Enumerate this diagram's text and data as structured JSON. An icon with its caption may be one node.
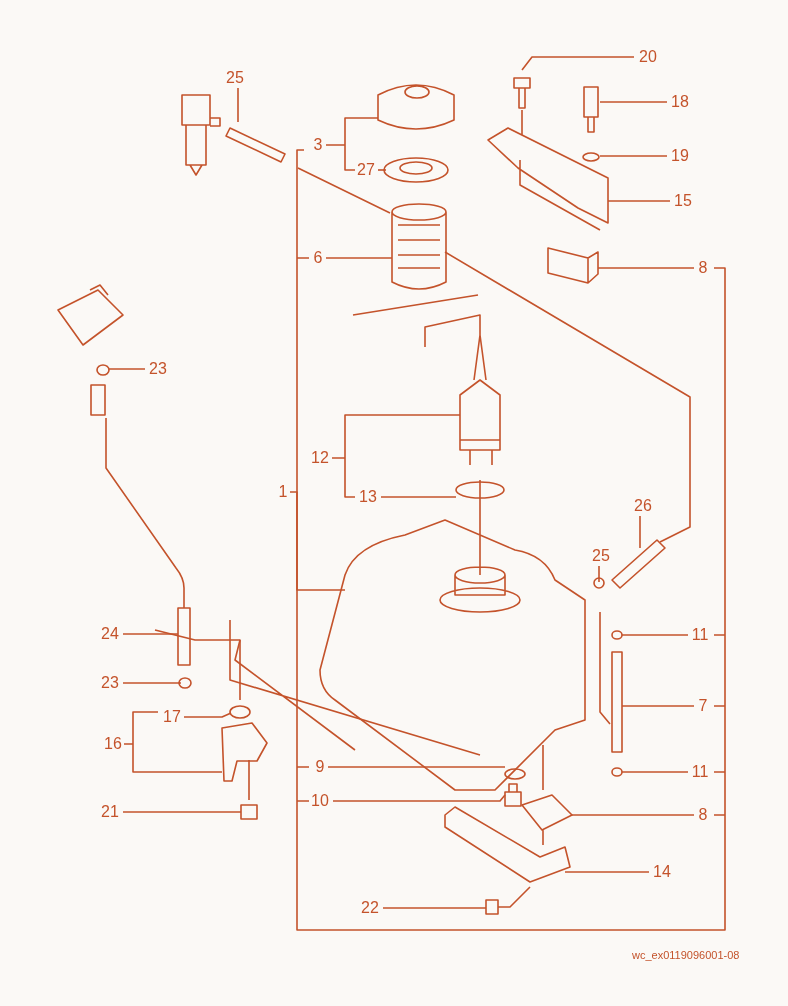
{
  "diagram": {
    "nodes": [
      {
        "text": [
          "20"
        ]
      },
      {
        "text": [
          "25"
        ]
      },
      {
        "text": [
          "18"
        ]
      },
      {
        "text": [
          "3"
        ]
      },
      {
        "text": [
          "19"
        ]
      },
      {
        "text": [
          "27"
        ]
      },
      {
        "text": [
          "15"
        ]
      },
      {
        "text": [
          "6"
        ]
      },
      {
        "text": [
          "8"
        ]
      },
      {
        "text": [
          "23"
        ]
      },
      {
        "text": [
          "12"
        ]
      },
      {
        "text": [
          "1"
        ]
      },
      {
        "text": [
          "13"
        ]
      },
      {
        "text": [
          "26"
        ]
      },
      {
        "text": [
          "25"
        ]
      },
      {
        "text": [
          "24"
        ]
      },
      {
        "text": [
          "11"
        ]
      },
      {
        "text": [
          "23"
        ]
      },
      {
        "text": [
          "17"
        ]
      },
      {
        "text": [
          "7"
        ]
      },
      {
        "text": [
          "16"
        ]
      },
      {
        "text": [
          "9"
        ]
      },
      {
        "text": [
          "11"
        ]
      },
      {
        "text": [
          "10"
        ]
      },
      {
        "text": [
          "8"
        ]
      },
      {
        "text": [
          "21"
        ]
      },
      {
        "text": [
          "14"
        ]
      },
      {
        "text": [
          "22"
        ]
      }
    ],
    "edges": [
      {
        "from": 0,
        "to": null,
        "arrow": "none"
      },
      {
        "from": 1,
        "to": null,
        "arrow": "none"
      },
      {
        "from": 2,
        "to": null,
        "arrow": "none"
      },
      {
        "from": 3,
        "to": null,
        "arrow": "none"
      },
      {
        "from": 4,
        "to": null,
        "arrow": "none"
      },
      {
        "from": 5,
        "to": null,
        "arrow": "none"
      },
      {
        "from": 6,
        "to": null,
        "arrow": "none"
      },
      {
        "from": 7,
        "to": null,
        "arrow": "none"
      },
      {
        "from": 8,
        "to": null,
        "arrow": "none"
      },
      {
        "from": 9,
        "to": null,
        "arrow": "none"
      },
      {
        "from": 10,
        "to": null,
        "arrow": "none"
      },
      {
        "from": 11,
        "to": null,
        "arrow": "none"
      },
      {
        "from": 12,
        "to": null,
        "arrow": "none"
      },
      {
        "from": 13,
        "to": null,
        "arrow": "none"
      },
      {
        "from": 14,
        "to": null,
        "arrow": "none"
      },
      {
        "from": 15,
        "to": null,
        "arrow": "none"
      },
      {
        "from": 16,
        "to": null,
        "arrow": "none"
      },
      {
        "from": 17,
        "to": null,
        "arrow": "none"
      },
      {
        "from": 18,
        "to": null,
        "arrow": "none"
      },
      {
        "from": 19,
        "to": null,
        "arrow": "none"
      },
      {
        "from": 20,
        "to": null,
        "arrow": "none"
      },
      {
        "from": 21,
        "to": null,
        "arrow": "none"
      },
      {
        "from": 22,
        "to": null,
        "arrow": "none"
      },
      {
        "from": 23,
        "to": null,
        "arrow": "none"
      },
      {
        "from": 24,
        "to": null,
        "arrow": "none"
      },
      {
        "from": 25,
        "to": null,
        "arrow": "none"
      },
      {
        "from": 26,
        "to": null,
        "arrow": "none"
      },
      {
        "from": 27,
        "to": null,
        "arrow": "none"
      }
    ],
    "labels": [
      "wc_ex0119096001-08"
    ]
  }
}
